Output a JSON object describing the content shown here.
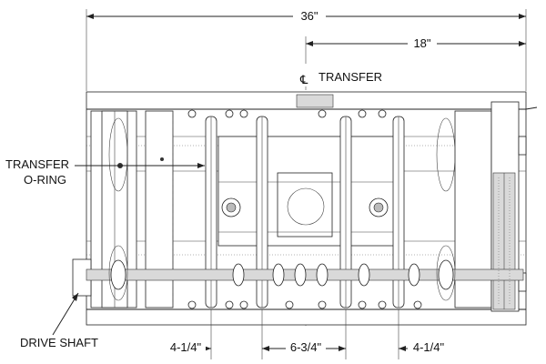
{
  "dimensions": {
    "overall": "36\"",
    "half": "18\"",
    "left_spacing": "4-1/4\"",
    "center_spacing": "6-3/4\"",
    "right_spacing": "4-1/4\""
  },
  "labels": {
    "centerline_symbol": "℄",
    "transfer": "TRANSFER",
    "transfer_oring_line1": "TRANSFER",
    "transfer_oring_line2": "O-RING",
    "drive_shaft": "DRIVE SHAFT"
  }
}
